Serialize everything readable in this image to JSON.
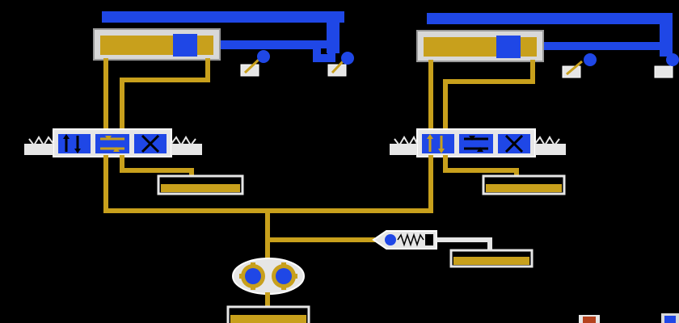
{
  "diagram": {
    "background": "#000000",
    "colors": {
      "pressure_line": "#1f47e6",
      "return_line": "#c8a01c",
      "cylinder_body": "#d8d8d8",
      "cylinder_frame": "#9a9a9a",
      "valve_body": "#e6e6e6",
      "outline": "#ffffff",
      "pump_gear": "#c8a01c",
      "pump_rotor": "#1f47e6"
    },
    "circuits": [
      {
        "id": "left",
        "cylinder": "double-acting-cylinder",
        "valve": "4-3-directional-valve",
        "tank": "tank"
      },
      {
        "id": "right",
        "cylinder": "double-acting-cylinder",
        "valve": "4-3-directional-valve",
        "tank": "tank"
      }
    ],
    "components": [
      "gear-pump",
      "pressure-relief-valve",
      "tank",
      "limit-switch-icon"
    ]
  }
}
